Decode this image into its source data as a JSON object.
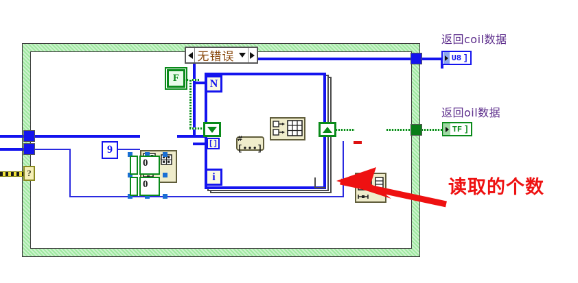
{
  "diagram": {
    "app": "LabVIEW Block Diagram",
    "outer_structure": {
      "name": "case-structure"
    },
    "error_ring": {
      "label": "无错误",
      "left_arrow": "left-arrow-icon",
      "right_arrow": "right-arrow-icon",
      "down_arrow": "chevron-down-icon"
    },
    "for_loop": {
      "count_terminal": "N",
      "iteration_terminal": "i"
    },
    "constants": {
      "array_row_1": "0",
      "array_row_2": "0",
      "boolean_false": "F",
      "numeric": "9",
      "case_selector": "?"
    },
    "nodes": {
      "subvi_left": "array-convert-subvi",
      "index_array": "[]",
      "number_to_boolean_array": "#[•••]",
      "build_array": "build-array-node",
      "subvi_right": "array-reshape-subvi",
      "tunnel_in": "input-tunnel-icon",
      "tunnel_out": "output-tunnel-icon"
    },
    "indicators": [
      {
        "label": "返回coil数据",
        "terminal": "U8",
        "type": "u8",
        "name": "coil-data-indicator"
      },
      {
        "label": "返回oil数据",
        "terminal": "TF",
        "type": "tf",
        "name": "oil-data-indicator"
      }
    ],
    "annotation": {
      "text": "读取的个数",
      "color": "#ee1111",
      "arrow": "red-arrow-icon"
    }
  }
}
